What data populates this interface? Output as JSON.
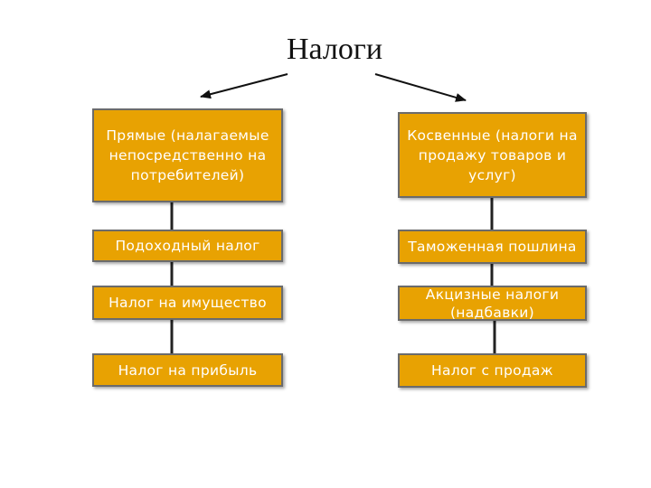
{
  "title": "Налоги",
  "left": {
    "header": "Прямые (налагаемые непосредственно на потребителей)",
    "items": [
      "Подоходный налог",
      "Налог на имущество",
      "Налог на прибыль"
    ]
  },
  "right": {
    "header": "Косвенные  (налоги на продажу товаров и услуг)",
    "items": [
      "Таможенная пошлина",
      "Акцизные налоги (надбавки)",
      "Налог с продаж"
    ]
  },
  "colors": {
    "box_fill": "#e8a202",
    "box_border": "#6b6b6b",
    "text": "#ffffff"
  }
}
